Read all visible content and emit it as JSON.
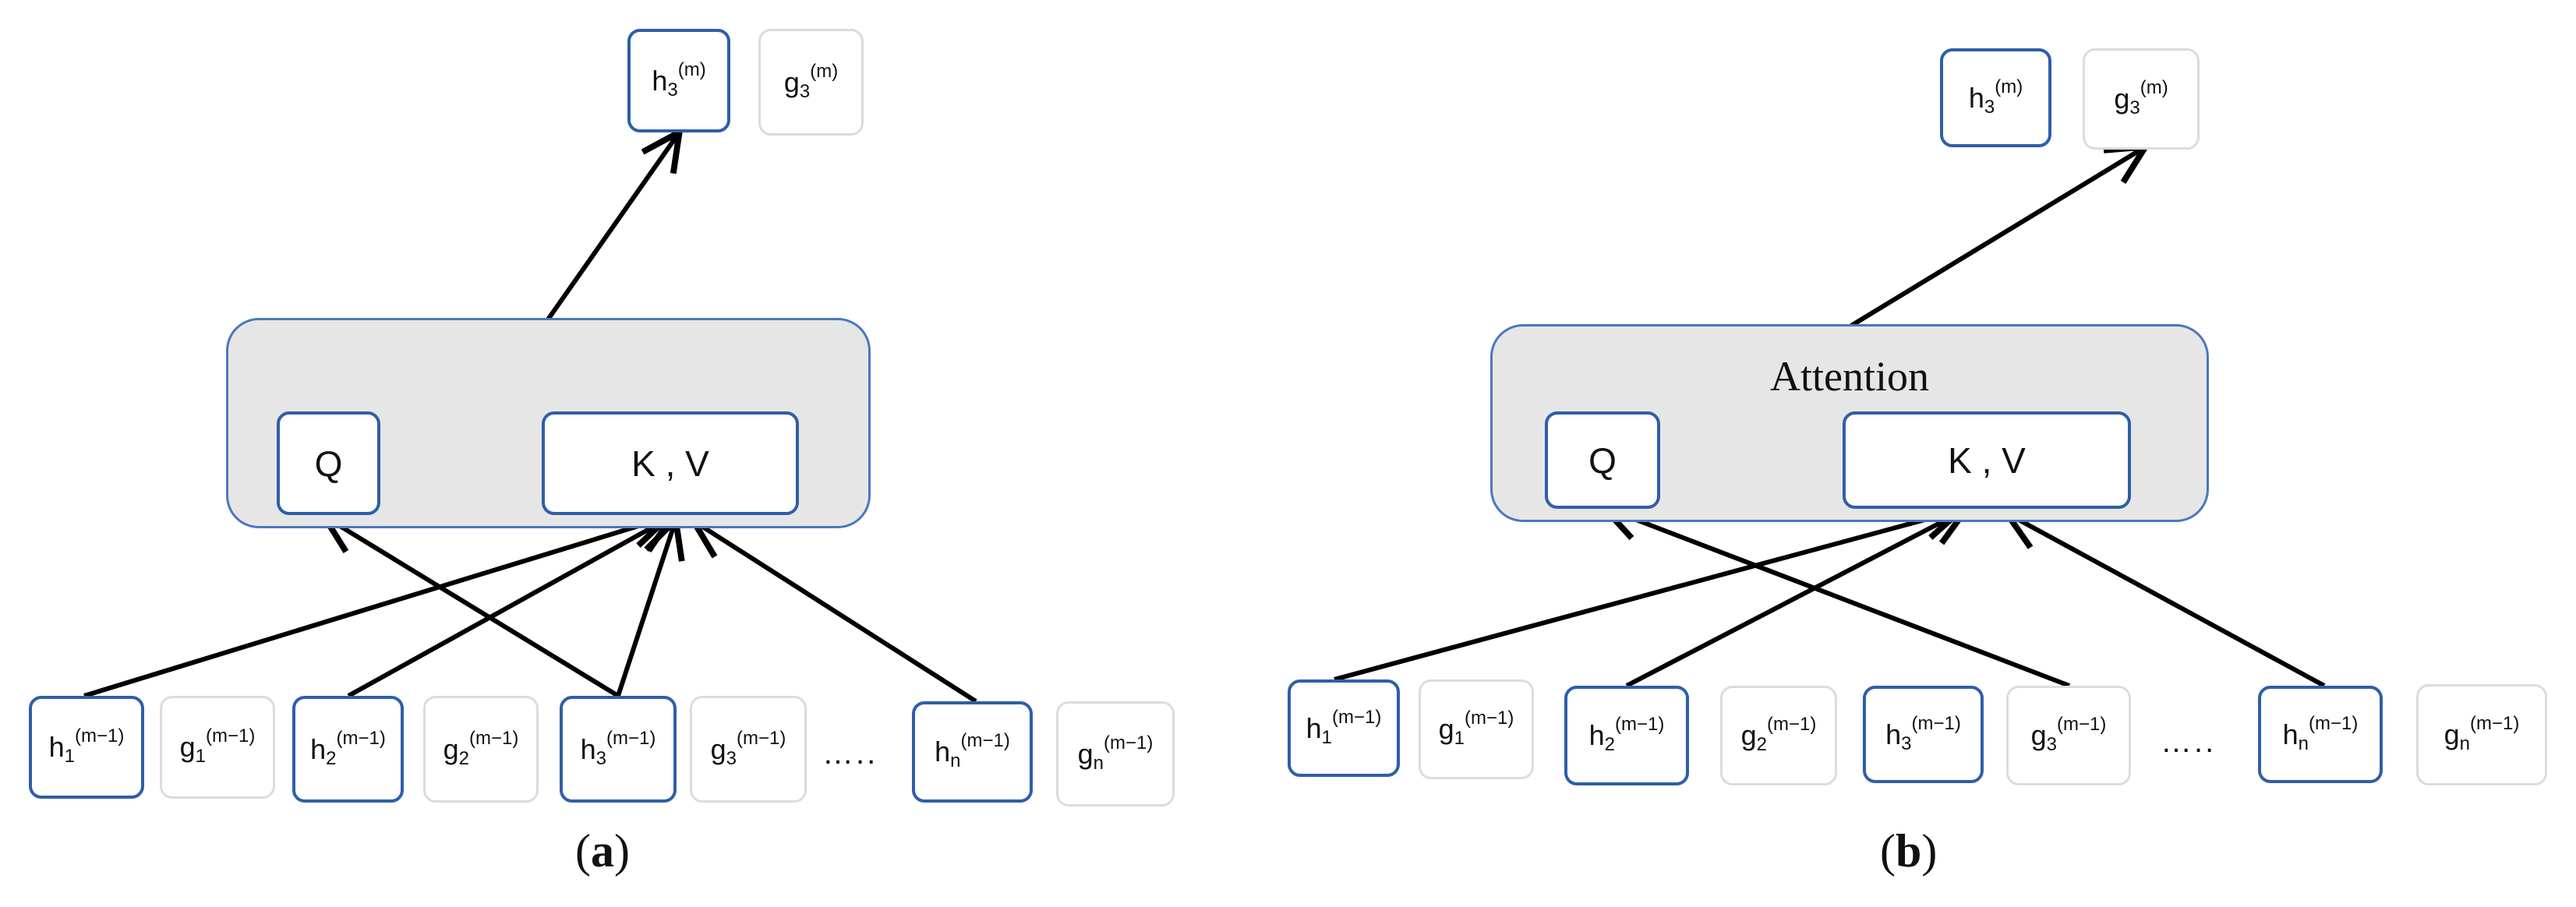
{
  "panels": {
    "a": {
      "caption": "a",
      "top_nodes": [
        {
          "base": "h",
          "sub": "3",
          "sup": "(m)",
          "style": "blue"
        },
        {
          "base": "g",
          "sub": "3",
          "sup": "(m)",
          "style": "grey"
        }
      ],
      "attention": {
        "title": "",
        "query_label": "Q",
        "kv_label": "K , V"
      },
      "bottom_nodes": [
        {
          "base": "h",
          "sub": "1",
          "sup": "(m−1)",
          "style": "blue"
        },
        {
          "base": "g",
          "sub": "1",
          "sup": "(m−1)",
          "style": "grey"
        },
        {
          "base": "h",
          "sub": "2",
          "sup": "(m−1)",
          "style": "blue"
        },
        {
          "base": "g",
          "sub": "2",
          "sup": "(m−1)",
          "style": "grey"
        },
        {
          "base": "h",
          "sub": "3",
          "sup": "(m−1)",
          "style": "blue"
        },
        {
          "base": "g",
          "sub": "3",
          "sup": "(m−1)",
          "style": "grey"
        },
        {
          "base": "h",
          "sub": "n",
          "sup": "(m−1)",
          "style": "blue"
        },
        {
          "base": "g",
          "sub": "n",
          "sup": "(m−1)",
          "style": "grey"
        }
      ],
      "ellipsis": "….."
    },
    "b": {
      "caption": "b",
      "top_nodes": [
        {
          "base": "h",
          "sub": "3",
          "sup": "(m)",
          "style": "blue"
        },
        {
          "base": "g",
          "sub": "3",
          "sup": "(m)",
          "style": "grey"
        }
      ],
      "attention": {
        "title": "Attention",
        "query_label": "Q",
        "kv_label": "K , V"
      },
      "bottom_nodes": [
        {
          "base": "h",
          "sub": "1",
          "sup": "(m−1)",
          "style": "blue"
        },
        {
          "base": "g",
          "sub": "1",
          "sup": "(m−1)",
          "style": "grey"
        },
        {
          "base": "h",
          "sub": "2",
          "sup": "(m−1)",
          "style": "blue"
        },
        {
          "base": "g",
          "sub": "2",
          "sup": "(m−1)",
          "style": "grey"
        },
        {
          "base": "h",
          "sub": "3",
          "sup": "(m−1)",
          "style": "blue"
        },
        {
          "base": "g",
          "sub": "3",
          "sup": "(m−1)",
          "style": "grey"
        },
        {
          "base": "h",
          "sub": "n",
          "sup": "(m−1)",
          "style": "blue"
        },
        {
          "base": "g",
          "sub": "n",
          "sup": "(m−1)",
          "style": "grey"
        }
      ],
      "ellipsis": "….."
    }
  },
  "colors": {
    "node_border": "#2e5fa8",
    "frame_fill": "#e6e6e6",
    "arrow": "#000000",
    "grey_border": "#dcdcdc"
  }
}
